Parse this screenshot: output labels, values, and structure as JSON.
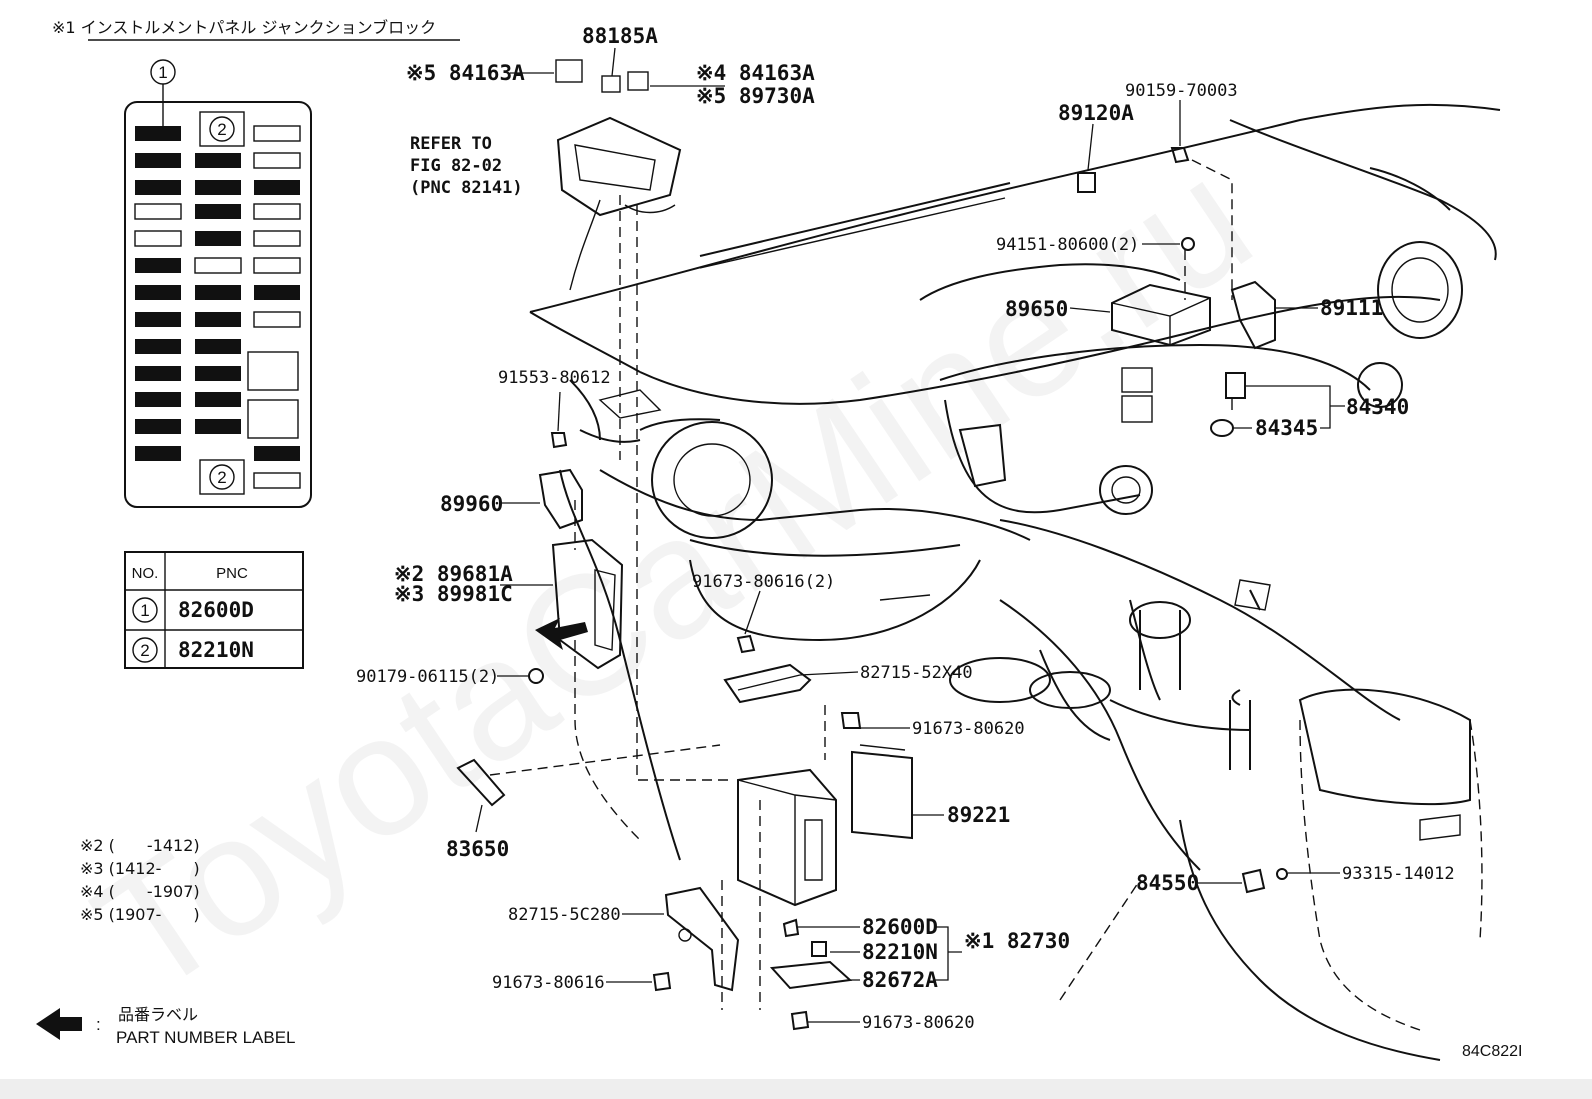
{
  "header": {
    "title": "※1 インストルメントパネル ジャンクションブロック"
  },
  "fuse_panel": {
    "badge_top": "1",
    "badge_inner_top": "2",
    "badge_inner_bottom": "2"
  },
  "pnc_table": {
    "headers": [
      "NO.",
      "PNC"
    ],
    "rows": [
      {
        "no": "1",
        "pnc": "82600D"
      },
      {
        "no": "2",
        "pnc": "82210N"
      }
    ]
  },
  "notes": [
    "※2 (　　-1412)",
    "※3 (1412-　　)",
    "※4 (　　-1907)",
    "※5 (1907-　　)"
  ],
  "legend": {
    "jp": "品番ラベル",
    "colon": ":",
    "en": "PART NUMBER LABEL"
  },
  "refer": {
    "l1": "REFER TO",
    "l2": "FIG 82-02",
    "l3": "(PNC 82141)"
  },
  "labels": {
    "p88185a": "88185A",
    "p84163a_5": "※5 84163A",
    "p84163a_4": "※4 84163A",
    "p89730a_5": "※5 89730A",
    "p90159": "90159-70003",
    "p89120a": "89120A",
    "p94151": "94151-80600(2)",
    "p89650": "89650",
    "p89111": "89111",
    "p91553": "91553-80612",
    "p84340": "84340",
    "p84345": "84345",
    "p89960": "89960",
    "p89681a": "※2 89681A",
    "p89981c": "※3 89981C",
    "p91673_2": "91673-80616(2)",
    "p90179": "90179-06115(2)",
    "p82715_52x40": "82715-52X40",
    "p91673_80620a": "91673-80620",
    "p89221": "89221",
    "p83650": "83650",
    "p84550": "84550",
    "p93315": "93315-14012",
    "p82715_5c280": "82715-5C280",
    "p82600d": "82600D",
    "p82730": "※1 82730",
    "p82210n": "82210N",
    "p91673_80616": "91673-80616",
    "p82672a": "82672A",
    "p91673_80620b": "91673-80620"
  },
  "figure_code": "84C822I",
  "watermark": "ToyotaCarMine.ru"
}
